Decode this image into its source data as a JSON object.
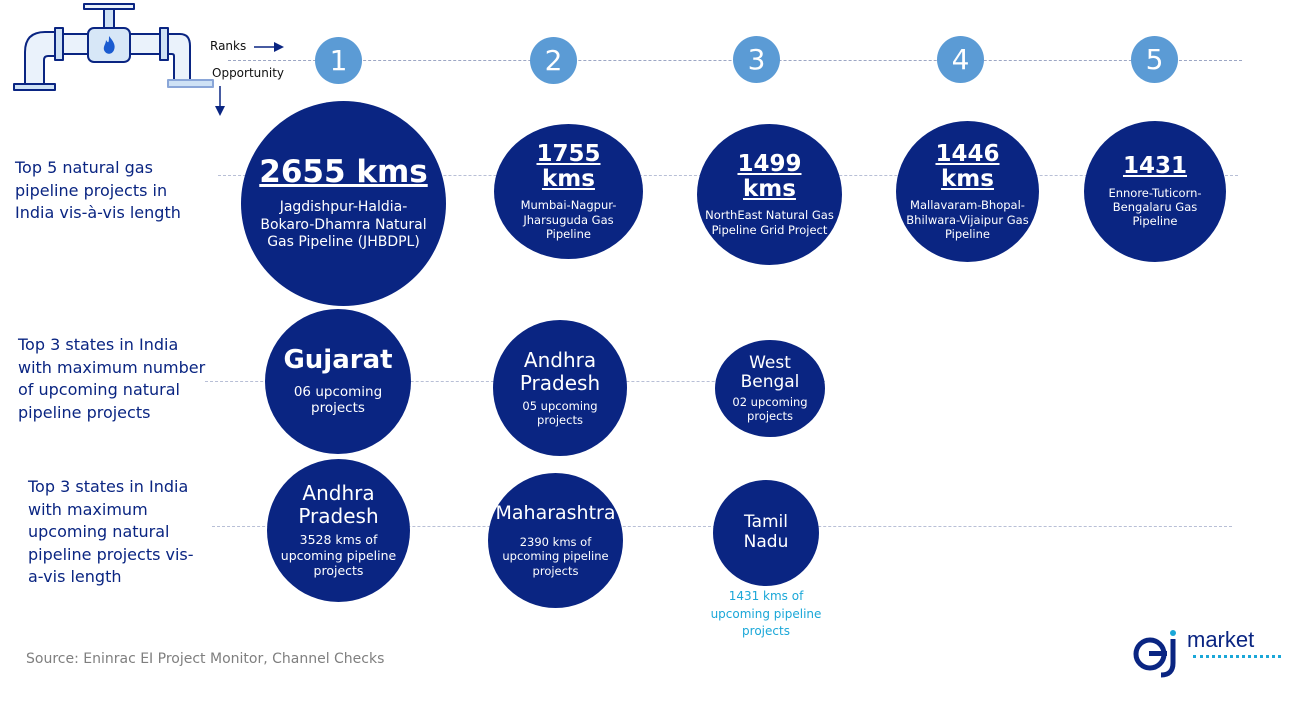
{
  "legend": {
    "ranks": "Ranks",
    "opportunity": "Opportunity"
  },
  "ranks": [
    "1",
    "2",
    "3",
    "4",
    "5"
  ],
  "rows": [
    {
      "label": "Top 5 natural gas pipeline projects in India vis-à-vis length",
      "items": [
        {
          "value": "2655 kms",
          "desc": "Jagdishpur-Haldia-Bokaro-Dhamra Natural Gas Pipeline (JHBDPL)"
        },
        {
          "value": "1755 kms",
          "desc": "Mumbai-Nagpur-Jharsuguda Gas Pipeline"
        },
        {
          "value": "1499 kms",
          "desc": "NorthEast Natural Gas Pipeline Grid Project"
        },
        {
          "value": "1446 kms",
          "desc": "Mallavaram-Bhopal-Bhilwara-Vijaipur Gas Pipeline"
        },
        {
          "value": "1431",
          "desc": "Ennore-Tuticorn-Bengalaru Gas Pipeline"
        }
      ]
    },
    {
      "label": "Top 3 states in India with maximum number of upcoming natural pipeline projects",
      "items": [
        {
          "state": "Gujarat",
          "desc": "06 upcoming projects"
        },
        {
          "state": "Andhra Pradesh",
          "desc": "05 upcoming projects"
        },
        {
          "state": "West Bengal",
          "desc": "02 upcoming projects"
        }
      ]
    },
    {
      "label": "Top 3 states in India with maximum upcoming natural pipeline projects vis-a-vis length",
      "items": [
        {
          "state": "Andhra Pradesh",
          "desc": "3528 kms of upcoming pipeline projects"
        },
        {
          "state": "Maharashtra",
          "desc": "2390 kms of upcoming pipeline projects"
        },
        {
          "state": "Tamil Nadu",
          "desc": "1431 kms of upcoming pipeline projects"
        }
      ]
    }
  ],
  "source": "Source: Eninrac EI Project Monitor, Channel Checks",
  "logo": {
    "text": "market",
    "mark": "ej"
  },
  "colors": {
    "bubble": "#0a2582",
    "rank": "#5b9bd5",
    "label": "#0a2582",
    "accent": "#1aa7d8"
  }
}
